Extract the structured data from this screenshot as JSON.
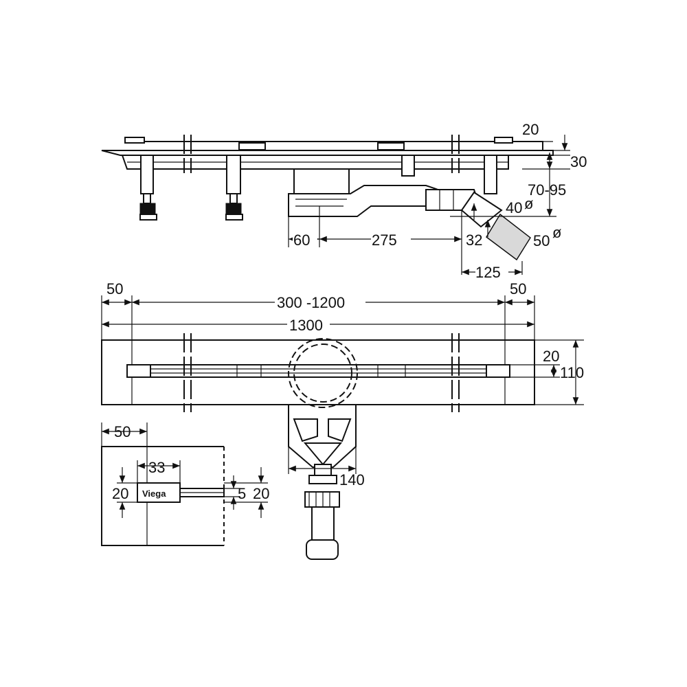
{
  "top_view": {
    "dim_top_right": "20",
    "dim_height": "30",
    "dim_install_height": "70-95",
    "dim_outlet_small": "40",
    "dim_outlet_large": "50",
    "diameter_symbol": "ø",
    "dim_offset": "60",
    "dim_outlet_distance": "275",
    "dim_outlet_drop": "32",
    "dim_outlet_length": "125"
  },
  "front_view": {
    "dim_left_margin": "50",
    "dim_channel_range": "300 -1200",
    "dim_right_margin": "50",
    "dim_total_length": "1300",
    "dim_slot_width": "20",
    "dim_total_width": "110",
    "dim_siphon_width": "140"
  },
  "detail_view": {
    "dim_end_width": "50",
    "dim_logo_width": "33",
    "dim_logo_height": "20",
    "dim_gap": "5",
    "dim_cover_height": "20",
    "brand": "Viega"
  }
}
